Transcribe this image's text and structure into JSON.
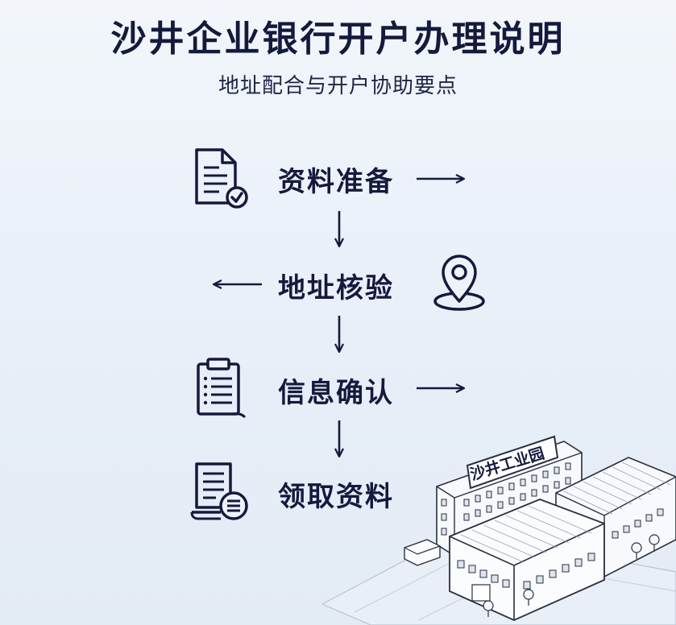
{
  "header": {
    "title": "沙井企业银行开户办理说明",
    "subtitle": "地址配合与开户协助要点"
  },
  "steps": [
    {
      "label": "资料准备",
      "icon": "document-check-icon"
    },
    {
      "label": "地址核验",
      "icon": "location-pin-icon"
    },
    {
      "label": "信息确认",
      "icon": "clipboard-icon"
    },
    {
      "label": "领取资料",
      "icon": "document-list-icon"
    }
  ],
  "illustration": {
    "sign_text": "沙井工业园"
  },
  "colors": {
    "ink": "#141a3c",
    "background": "#eef3f9",
    "building_line": "#2a3040"
  }
}
